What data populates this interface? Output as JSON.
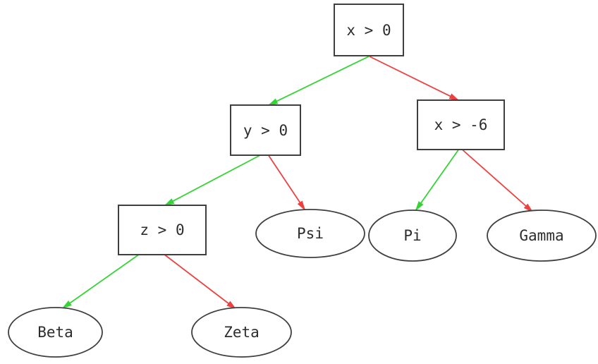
{
  "diagram": {
    "kind": "decision-tree",
    "background": "#ffffff",
    "colors": {
      "true_edge": "#35d435",
      "false_edge": "#ef4040",
      "node_border": "#3f3f3f",
      "node_text": "#2d2d2d"
    },
    "nodes": {
      "root": {
        "label": "x > 0",
        "shape": "box"
      },
      "y_gt_0": {
        "label": "y > 0",
        "shape": "box"
      },
      "x_gt_neg6": {
        "label": "x > -6",
        "shape": "box"
      },
      "z_gt_0": {
        "label": "z > 0",
        "shape": "box"
      },
      "psi": {
        "label": "Psi",
        "shape": "ellipse"
      },
      "pi": {
        "label": "Pi",
        "shape": "ellipse"
      },
      "gamma": {
        "label": "Gamma",
        "shape": "ellipse"
      },
      "beta": {
        "label": "Beta",
        "shape": "ellipse"
      },
      "zeta": {
        "label": "Zeta",
        "shape": "ellipse"
      }
    },
    "edges": [
      {
        "from": "x > 0",
        "to": "y > 0",
        "branch": "true"
      },
      {
        "from": "x > 0",
        "to": "x > -6",
        "branch": "false"
      },
      {
        "from": "y > 0",
        "to": "z > 0",
        "branch": "true"
      },
      {
        "from": "y > 0",
        "to": "Psi",
        "branch": "false"
      },
      {
        "from": "x > -6",
        "to": "Pi",
        "branch": "true"
      },
      {
        "from": "x > -6",
        "to": "Gamma",
        "branch": "false"
      },
      {
        "from": "z > 0",
        "to": "Beta",
        "branch": "true"
      },
      {
        "from": "z > 0",
        "to": "Zeta",
        "branch": "false"
      }
    ]
  }
}
